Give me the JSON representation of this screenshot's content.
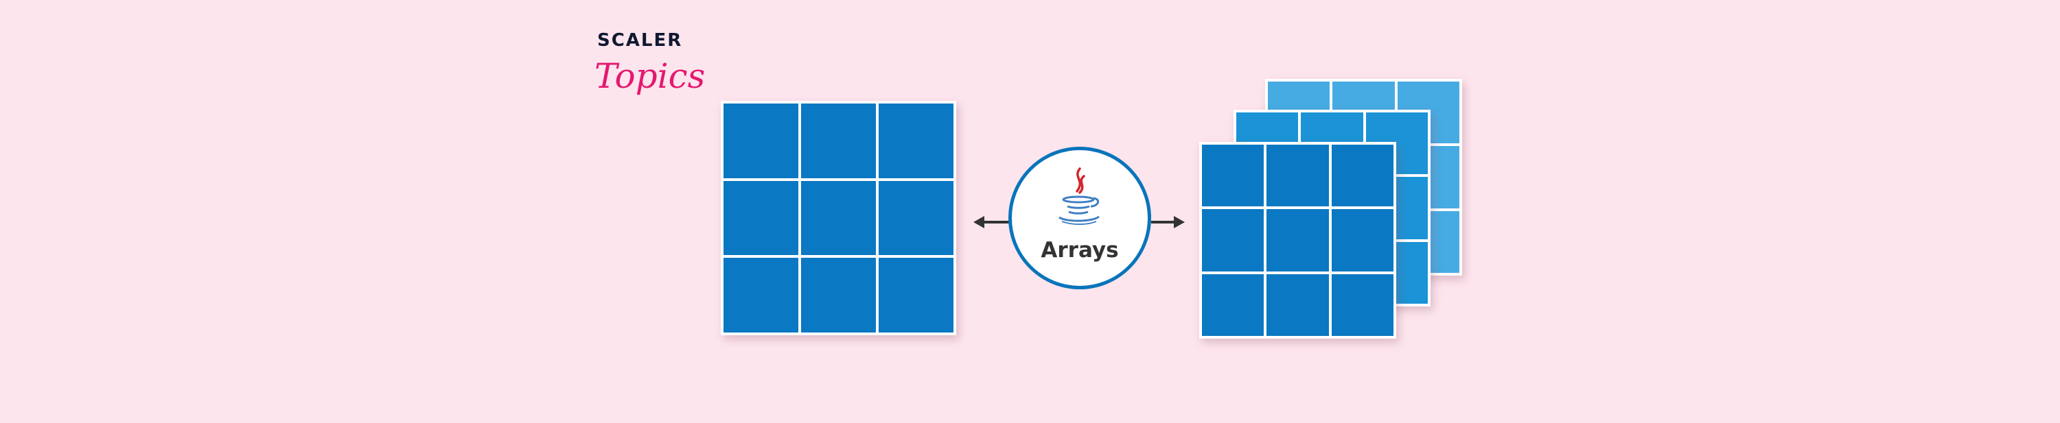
{
  "logo": {
    "line1": "SCALER",
    "line2": "Topics"
  },
  "center": {
    "label": "Arrays",
    "icon": "java-coffee-cup-icon"
  },
  "colors": {
    "background": "#fde5ee",
    "front": "#0a78c2",
    "middle": "#1b93d6",
    "back": "#47abe3",
    "accent": "#e5186f"
  },
  "grids": {
    "left_2d": {
      "rows": 3,
      "cols": 3
    },
    "right_3d": {
      "rows": 3,
      "cols": 3,
      "layers": 3
    }
  }
}
